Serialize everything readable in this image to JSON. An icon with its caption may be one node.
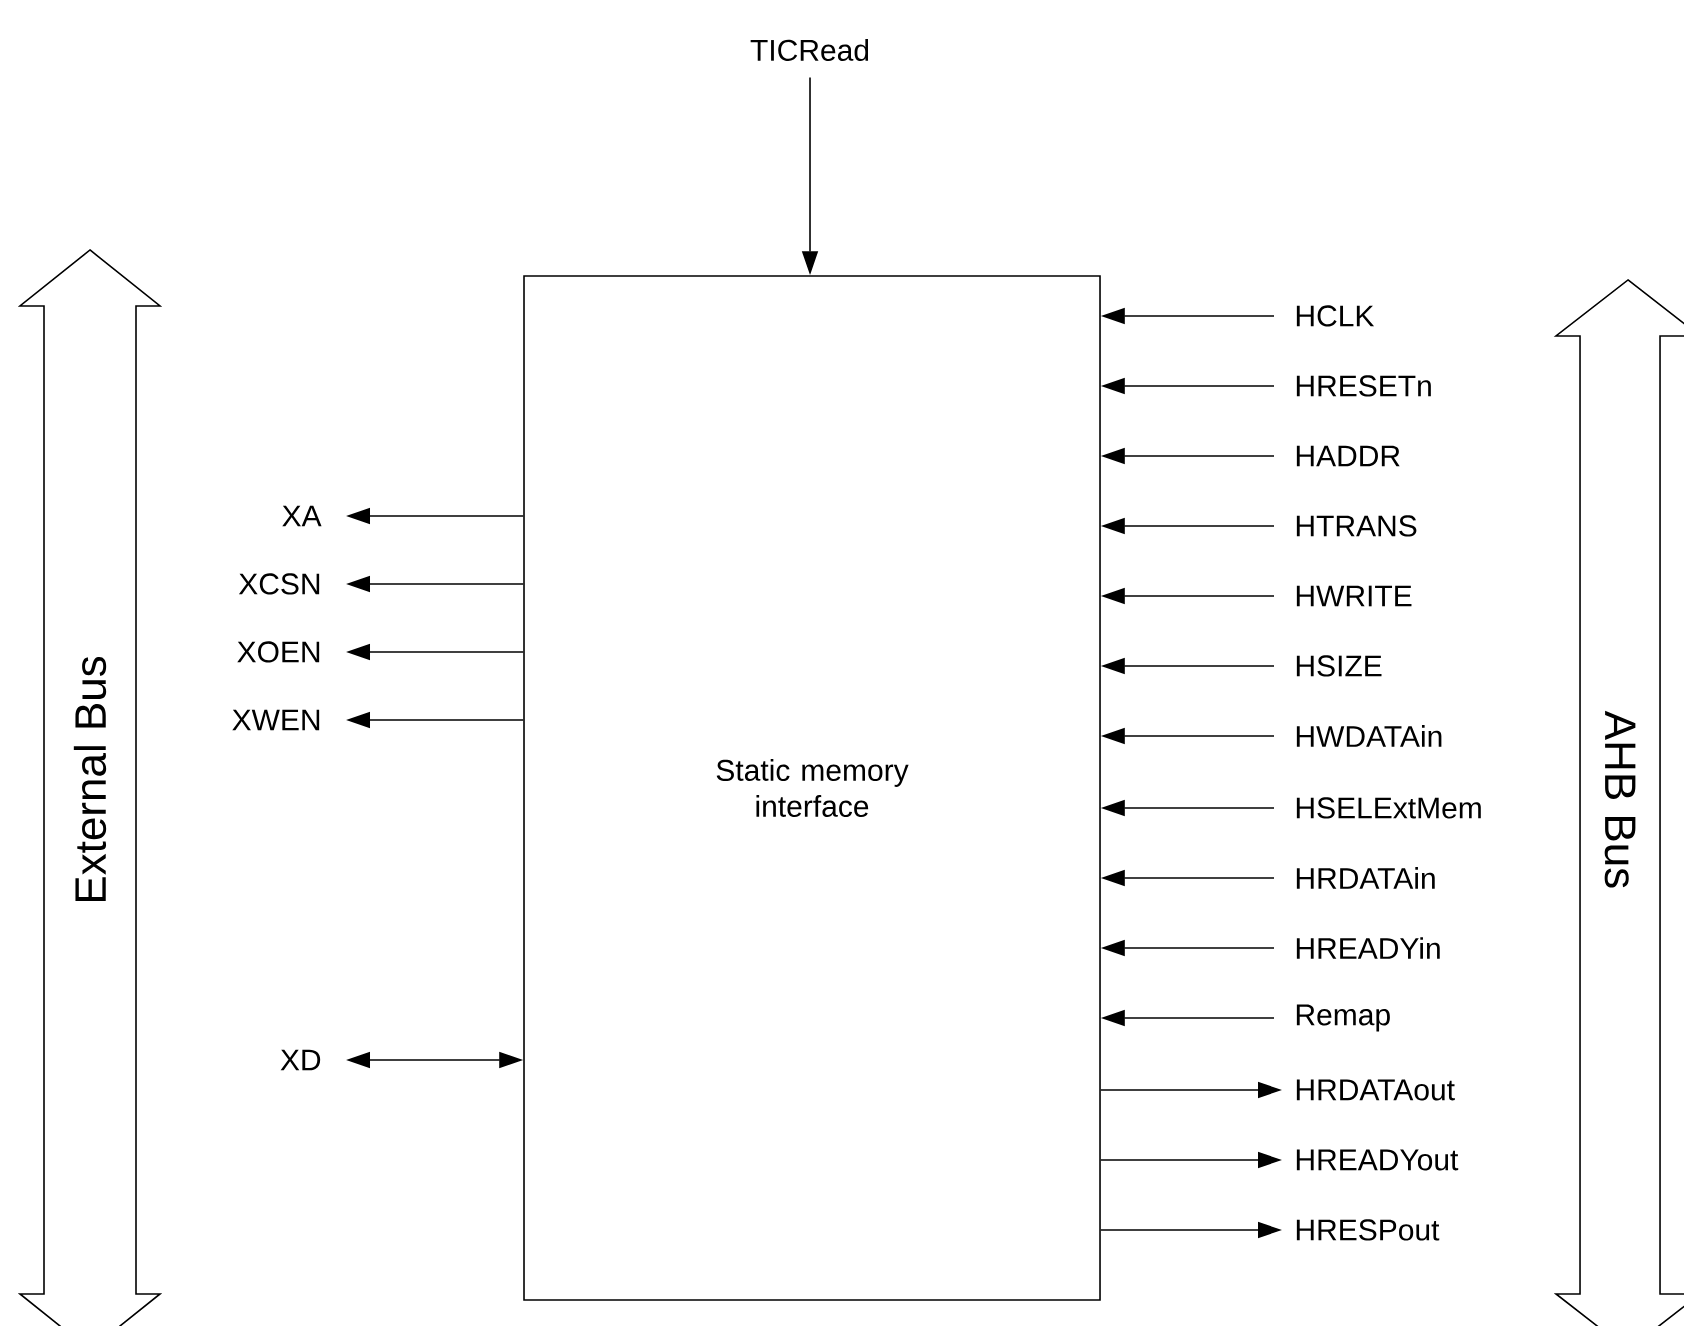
{
  "diagram": {
    "nodes": [
      {
        "text": [
          "Static memory interface"
        ]
      },
      {
        "text": [
          "TICRead"
        ]
      },
      {
        "text": [
          "XA"
        ]
      },
      {
        "text": [
          "XCSN"
        ]
      },
      {
        "text": [
          "XOEN"
        ]
      },
      {
        "text": [
          "XWEN"
        ]
      },
      {
        "text": [
          "XD"
        ]
      },
      {
        "text": [
          "HCLK"
        ]
      },
      {
        "text": [
          "HRESETn"
        ]
      },
      {
        "text": [
          "HADDR"
        ]
      },
      {
        "text": [
          "HTRANS"
        ]
      },
      {
        "text": [
          "HWRITE"
        ]
      },
      {
        "text": [
          "HSIZE"
        ]
      },
      {
        "text": [
          "HWDATAin"
        ]
      },
      {
        "text": [
          "HSELExtMem"
        ]
      },
      {
        "text": [
          "HRDATAin"
        ]
      },
      {
        "text": [
          "HREADYin"
        ]
      },
      {
        "text": [
          "Remap"
        ]
      },
      {
        "text": [
          "HRDATAout"
        ]
      },
      {
        "text": [
          "HREADYout"
        ]
      },
      {
        "text": [
          "HRESPout"
        ]
      },
      {
        "text": [
          "External Bus"
        ]
      },
      {
        "text": [
          "AHB Bus"
        ]
      }
    ],
    "edges": [
      {
        "from": 1,
        "to": 0,
        "arrow": "to"
      },
      {
        "from": 0,
        "to": 2,
        "arrow": "to"
      },
      {
        "from": 0,
        "to": 3,
        "arrow": "to"
      },
      {
        "from": 0,
        "to": 4,
        "arrow": "to"
      },
      {
        "from": 0,
        "to": 5,
        "arrow": "to"
      },
      {
        "from": 0,
        "to": 6,
        "arrow": "both"
      },
      {
        "from": 7,
        "to": 0,
        "arrow": "to"
      },
      {
        "from": 8,
        "to": 0,
        "arrow": "to"
      },
      {
        "from": 9,
        "to": 0,
        "arrow": "to"
      },
      {
        "from": 10,
        "to": 0,
        "arrow": "to"
      },
      {
        "from": 11,
        "to": 0,
        "arrow": "to"
      },
      {
        "from": 12,
        "to": 0,
        "arrow": "to"
      },
      {
        "from": 13,
        "to": 0,
        "arrow": "to"
      },
      {
        "from": 14,
        "to": 0,
        "arrow": "to"
      },
      {
        "from": 15,
        "to": 0,
        "arrow": "to"
      },
      {
        "from": 16,
        "to": 0,
        "arrow": "to"
      },
      {
        "from": 17,
        "to": 0,
        "arrow": "to"
      },
      {
        "from": 0,
        "to": 18,
        "arrow": "to"
      },
      {
        "from": 0,
        "to": 19,
        "arrow": "to"
      },
      {
        "from": 0,
        "to": 20,
        "arrow": "to"
      }
    ]
  }
}
